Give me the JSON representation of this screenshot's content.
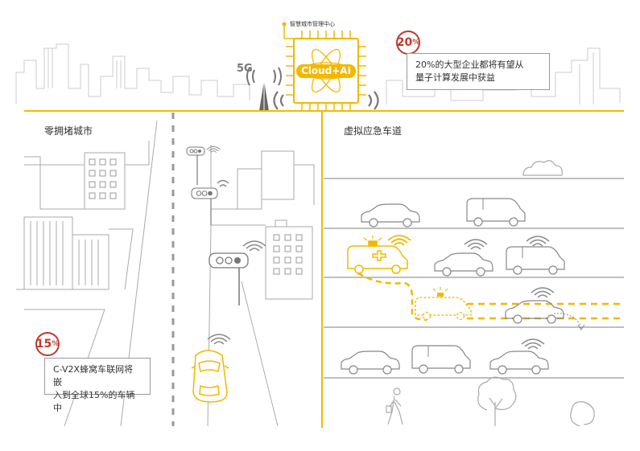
{
  "header": {
    "center_label": "智慧城市管理中心",
    "chip_text": "Cloud+AI",
    "network_label": "5G"
  },
  "sections": {
    "left_title": "零拥堵城市",
    "right_title": "虚拟应急车道"
  },
  "stats": {
    "top": {
      "badge_number": "20",
      "badge_unit": "%",
      "line1": "20%的大型企业都将有望从",
      "line2": "量子计算发展中获益"
    },
    "bottom": {
      "badge_number": "15",
      "badge_unit": "%",
      "line1": "C-V2X蜂窝车联网将嵌",
      "line2": "入到全球15%的车辆中"
    }
  },
  "colors": {
    "accent": "#f2b800",
    "gray": "#aaaaaa",
    "dark_gray": "#777777",
    "badge": "#c0392b"
  },
  "icons": [
    "city-skyline-icon",
    "cell-tower-icon",
    "chip-icon",
    "traffic-light-icon",
    "car-icon",
    "van-icon",
    "ambulance-icon",
    "cloud-icon",
    "tree-icon",
    "pedestrian-icon",
    "wifi-signal-icon"
  ]
}
